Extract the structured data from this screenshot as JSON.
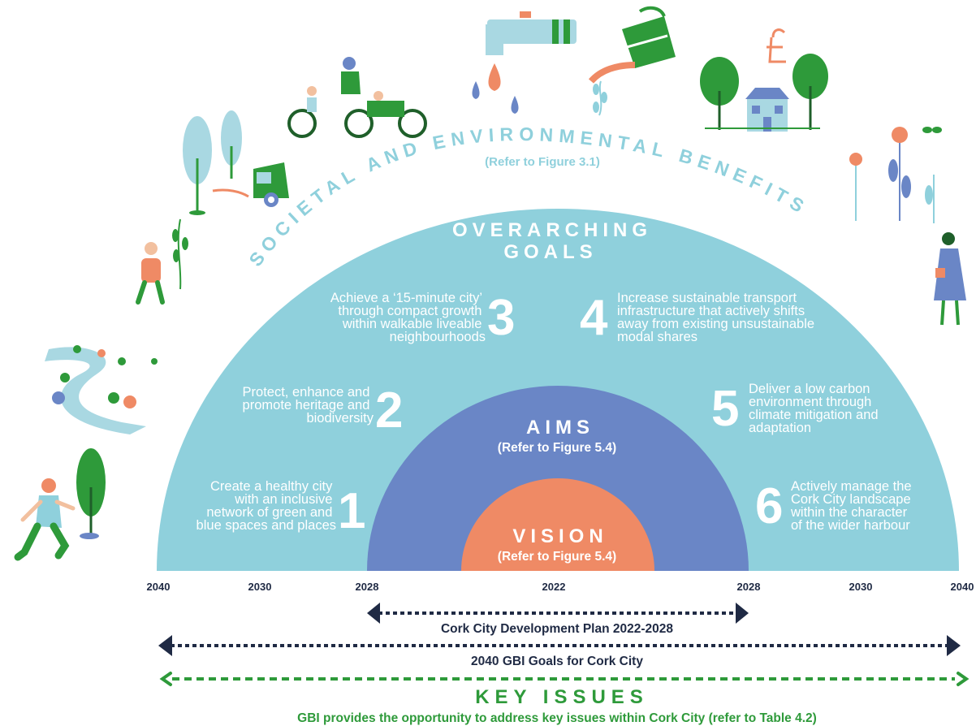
{
  "benefits": {
    "title": "SOCIETAL AND ENVIRONMENTAL BENEFITS",
    "ref": "(Refer to Figure 3.1)"
  },
  "goals": {
    "heading_line1": "OVERARCHING",
    "heading_line2": "GOALS",
    "items": [
      {
        "number": "1",
        "lines": [
          "Create a healthy city",
          "with an inclusive",
          "network of green and",
          "blue spaces and places"
        ]
      },
      {
        "number": "2",
        "lines": [
          "Protect, enhance and",
          "promote heritage and",
          "biodiversity"
        ]
      },
      {
        "number": "3",
        "lines": [
          "Achieve a ‘15-minute city’",
          "through compact growth",
          "within walkable liveable",
          "neighbourhoods"
        ]
      },
      {
        "number": "4",
        "lines": [
          "Increase sustainable transport",
          "infrastructure that actively shifts",
          "away from existing unsustainable",
          "modal shares"
        ]
      },
      {
        "number": "5",
        "lines": [
          "Deliver a low carbon",
          "environment through",
          "climate mitigation and",
          "adaptation"
        ]
      },
      {
        "number": "6",
        "lines": [
          "Actively manage the",
          "Cork City landscape",
          "within the character",
          "of the wider harbour"
        ]
      }
    ]
  },
  "aims": {
    "title": "AIMS",
    "ref": "(Refer to Figure 5.4)"
  },
  "vision": {
    "title": "VISION",
    "ref": "(Refer to Figure 5.4)"
  },
  "timeline": {
    "years": [
      "2040",
      "2030",
      "2028",
      "2022",
      "2028",
      "2030",
      "2040"
    ],
    "dev_plan_label": "Cork City Development Plan 2022-2028",
    "gbi_goals_label": "2040 GBI Goals for Cork City"
  },
  "key_issues": {
    "title": "KEY ISSUES",
    "subtitle": "GBI provides the opportunity to address key issues within Cork City (refer to Table 4.2)"
  },
  "colors": {
    "outer": "#8fd0dc",
    "aims": "#6a86c6",
    "vision": "#ef8a65",
    "navy": "#1f2a44",
    "green": "#2e9a3a"
  },
  "icons": [
    "runner-icon",
    "tree-icon",
    "river-icon",
    "jogger-icon",
    "truck-icon",
    "cargo-bike-icon",
    "tap-icon",
    "watering-can-icon",
    "house-icon",
    "pound-icon",
    "flower-icon",
    "butterfly-icon",
    "walker-icon"
  ]
}
